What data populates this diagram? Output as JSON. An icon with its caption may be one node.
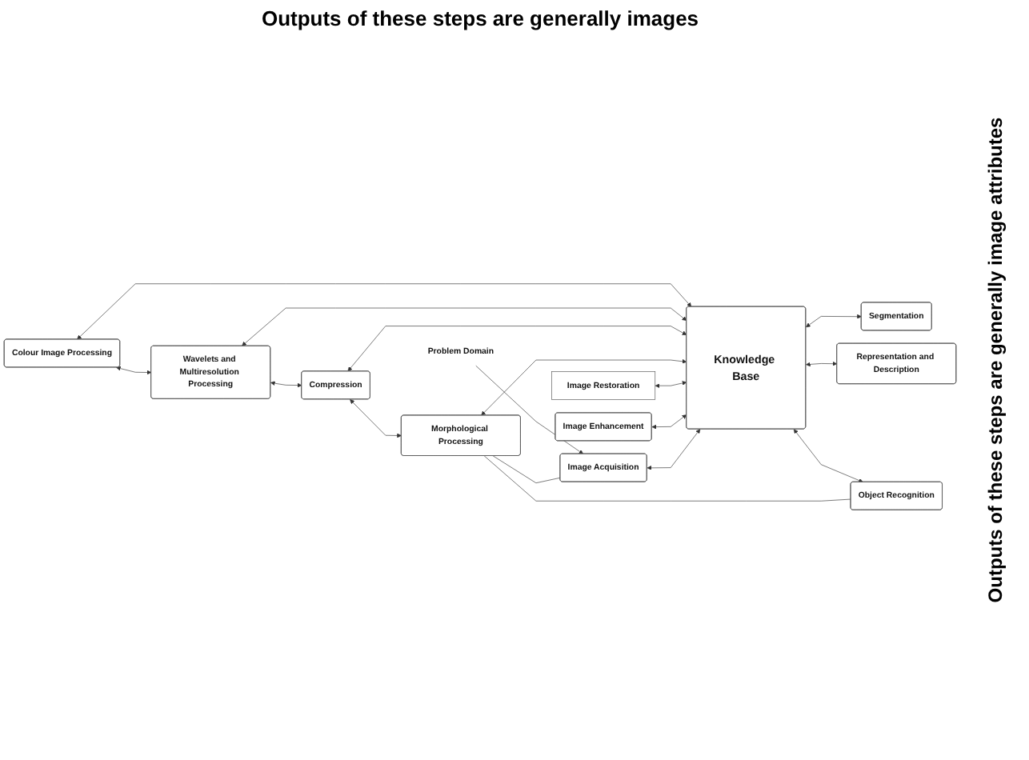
{
  "diagram": {
    "nodes": [
      {
        "text": [
          "Colour Image Processing"
        ]
      },
      {
        "text": [
          "Wavelets and Multiresolution Processing"
        ]
      },
      {
        "text": [
          "Compression"
        ]
      },
      {
        "text": [
          "Morphological Processing"
        ]
      },
      {
        "text": [
          "Image Restoration"
        ]
      },
      {
        "text": [
          "Segmentation"
        ]
      },
      {
        "text": [
          "Image Enhancement"
        ]
      },
      {
        "text": [
          "Knowledge Base"
        ]
      },
      {
        "text": [
          "Representation and Description"
        ]
      },
      {
        "text": [
          "Problem Domain"
        ]
      },
      {
        "text": [
          "Image Acquisition"
        ]
      },
      {
        "text": [
          "Object Recognition"
        ]
      }
    ],
    "edges": [
      {
        "from": 0,
        "to": 1,
        "arrow": "both"
      },
      {
        "from": 1,
        "to": 2,
        "arrow": "both"
      },
      {
        "from": 2,
        "to": 3,
        "arrow": "both"
      },
      {
        "from": 0,
        "to": 7,
        "arrow": "both"
      },
      {
        "from": 1,
        "to": 7,
        "arrow": "both"
      },
      {
        "from": 2,
        "to": 7,
        "arrow": "both"
      },
      {
        "from": 3,
        "to": 7,
        "arrow": "both"
      },
      {
        "from": 4,
        "to": 7,
        "arrow": "both"
      },
      {
        "from": 7,
        "to": 5,
        "arrow": "both"
      },
      {
        "from": 6,
        "to": 7,
        "arrow": "both"
      },
      {
        "from": 7,
        "to": 8,
        "arrow": "both"
      },
      {
        "from": 10,
        "to": 7,
        "arrow": "both"
      },
      {
        "from": 7,
        "to": 11,
        "arrow": "both"
      },
      {
        "from": 9,
        "to": 10,
        "arrow": "to"
      },
      {
        "from": 3,
        "to": 10,
        "arrow": "none"
      },
      {
        "from": 3,
        "to": 11,
        "arrow": "none"
      }
    ],
    "labels": [
      "Outputs of these steps are generally images",
      "Outputs of these steps are generally image attributes"
    ]
  }
}
